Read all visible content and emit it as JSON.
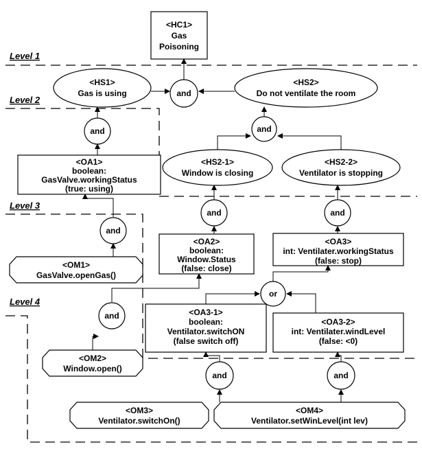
{
  "levels": [
    "Level 1",
    "Level 2",
    "Level 3",
    "Level 4"
  ],
  "nodes": {
    "hc1": [
      "<HC1>",
      "Gas",
      "Poisoning"
    ],
    "hs1": [
      "<HS1>",
      "Gas is using"
    ],
    "hs2": [
      "<HS2>",
      "Do not ventilate the room"
    ],
    "hs2_1": [
      "<HS2-1>",
      "Window is closing"
    ],
    "hs2_2": [
      "<HS2-2>",
      "Ventilator is stopping"
    ],
    "oa1": [
      "<OA1>",
      "boolean:",
      "GasValve.workingStatus",
      "(true:  using)"
    ],
    "oa2": [
      "<OA2>",
      "boolean:",
      "Window.Status",
      "(false:  close)"
    ],
    "oa3": [
      "<OA3>",
      "int: Ventilater.workingStatus",
      "(false: stop)"
    ],
    "oa3_1": [
      "<OA3-1>",
      "boolean:",
      "Ventilator.switchON",
      "(false  switch off)"
    ],
    "oa3_2": [
      "<OA3-2>",
      "int: Ventilater.windLevel",
      "(false: <0)"
    ],
    "om1": [
      "<OM1>",
      "GasValve.openGas()"
    ],
    "om2": [
      "<OM2>",
      "Window.open()"
    ],
    "om3": [
      "<OM3>",
      "Ventilator.switchOn()"
    ],
    "om4": [
      "<OM4>",
      "Ventilator.setWinLevel(int lev)"
    ]
  },
  "operators": {
    "and": "and",
    "or": "or"
  }
}
